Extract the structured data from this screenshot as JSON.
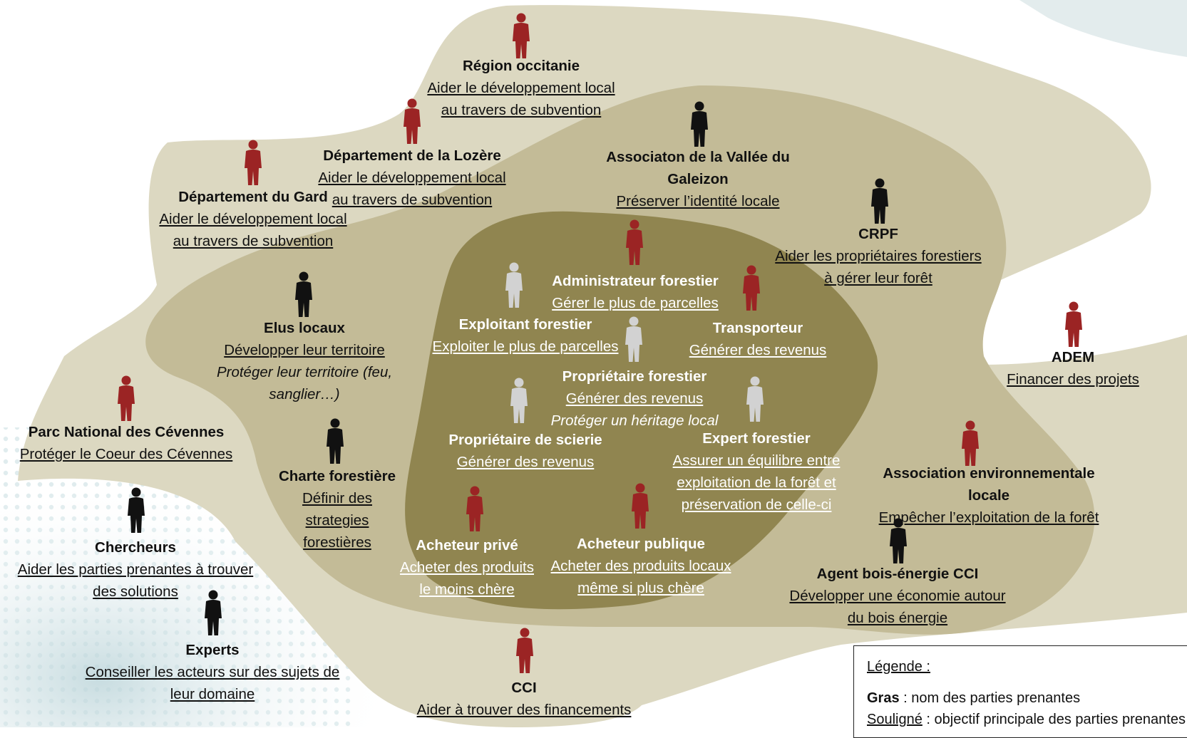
{
  "colors": {
    "outer_zone": "#dcd8c1",
    "middle_zone": "#c3bb97",
    "inner_zone": "#908550",
    "public_actor": "#9b2424",
    "private_actor": "#111111",
    "forest_actor": "#d2d2d2"
  },
  "actors": [
    {
      "id": "region",
      "name": "Région occitanie",
      "goals": [
        "Aider le développement local",
        "au travers de subvention"
      ],
      "extra": [],
      "icon": "person-red-icon"
    },
    {
      "id": "lozere",
      "name": "Département de la Lozère",
      "goals": [
        "Aider le développement local",
        "au travers de subvention"
      ],
      "extra": [],
      "icon": "person-red-icon"
    },
    {
      "id": "gard",
      "name": "Département du Gard",
      "goals": [
        "Aider le développement local",
        "au travers de subvention"
      ],
      "extra": [],
      "icon": "person-red-icon"
    },
    {
      "id": "galeizon",
      "name": "Associaton de la Vallée du",
      "name2": "Galeizon",
      "goals": [
        "Préserver l’identité locale"
      ],
      "extra": [],
      "icon": "person-black-icon"
    },
    {
      "id": "crpf",
      "name": "CRPF",
      "goals": [
        "Aider les propriétaires forestiers",
        "à gérer leur forêt"
      ],
      "extra": [],
      "icon": "person-black-icon"
    },
    {
      "id": "admin",
      "name": "Administrateur forestier",
      "goals": [
        "Gérer le plus de parcelles"
      ],
      "extra": [],
      "icon": "person-red-icon"
    },
    {
      "id": "exploitant",
      "name": "Exploitant forestier",
      "goals": [
        "Exploiter le plus de parcelles"
      ],
      "extra": [],
      "icon": "person-gray-icon"
    },
    {
      "id": "transporteur",
      "name": "Transporteur",
      "goals": [
        "Générer des revenus"
      ],
      "extra": [],
      "icon": "person-red-icon"
    },
    {
      "id": "proprietaire",
      "name": "Propriétaire forestier",
      "goals": [
        "Générer des revenus"
      ],
      "extra": [
        "Protéger un héritage local"
      ],
      "icon": "person-gray-icon"
    },
    {
      "id": "scierie",
      "name": "Propriétaire de scierie",
      "goals": [
        "Générer des revenus"
      ],
      "extra": [],
      "icon": "person-gray-icon"
    },
    {
      "id": "expert_forestier",
      "name": "Expert forestier",
      "goals": [
        "Assurer un équilibre entre",
        "exploitation de la forêt et",
        "préservation de celle-ci"
      ],
      "extra": [],
      "icon": "person-gray-icon"
    },
    {
      "id": "acheteur_prive",
      "name": "Acheteur privé",
      "goals": [
        "Acheter des produits",
        "le moins chère"
      ],
      "extra": [],
      "icon": "person-red-icon"
    },
    {
      "id": "acheteur_public",
      "name": "Acheteur publique",
      "goals": [
        "Acheter des produits locaux",
        "même si plus chère"
      ],
      "extra": [],
      "icon": "person-red-icon"
    },
    {
      "id": "elus",
      "name": "Elus locaux",
      "goals": [
        "Développer leur territoire"
      ],
      "extra": [
        "Protéger leur territoire (feu,",
        "sanglier…)"
      ],
      "icon": "person-black-icon"
    },
    {
      "id": "charte",
      "name": "Charte forestière",
      "goals": [
        "Définir des",
        "strategies",
        "forestières"
      ],
      "extra": [],
      "icon": "person-black-icon"
    },
    {
      "id": "parc",
      "name": "Parc National des Cévennes",
      "goals": [
        "Protéger le Coeur des Cévennes"
      ],
      "extra": [],
      "icon": "person-red-icon"
    },
    {
      "id": "chercheurs",
      "name": "Chercheurs",
      "goals": [
        "Aider les parties prenantes à trouver",
        "des solutions"
      ],
      "extra": [],
      "icon": "person-black-icon"
    },
    {
      "id": "experts",
      "name": "Experts",
      "goals": [
        "Conseiller les acteurs sur des sujets de",
        "leur domaine"
      ],
      "extra": [],
      "icon": "person-black-icon"
    },
    {
      "id": "cci",
      "name": "CCI",
      "goals": [
        "Aider à trouver des financements"
      ],
      "extra": [],
      "icon": "person-red-icon"
    },
    {
      "id": "adem",
      "name": "ADEM",
      "goals": [
        "Financer des projets"
      ],
      "extra": [],
      "icon": "person-red-icon"
    },
    {
      "id": "asso_env",
      "name": "Association environnementale",
      "name2": "locale",
      "goals": [
        "Empêcher l’exploitation de la forêt"
      ],
      "extra": [],
      "icon": "person-red-icon"
    },
    {
      "id": "agent",
      "name": "Agent bois-énergie CCI",
      "goals": [
        "Développer une économie autour",
        "du bois énergie"
      ],
      "extra": [],
      "icon": "person-black-icon"
    }
  ],
  "legend": {
    "title": "Légende :",
    "bold_word": "Gras",
    "bold_desc": " : nom des parties prenantes",
    "underline_word": "Souligné",
    "underline_desc": " : objectif principale des parties prenantes"
  }
}
